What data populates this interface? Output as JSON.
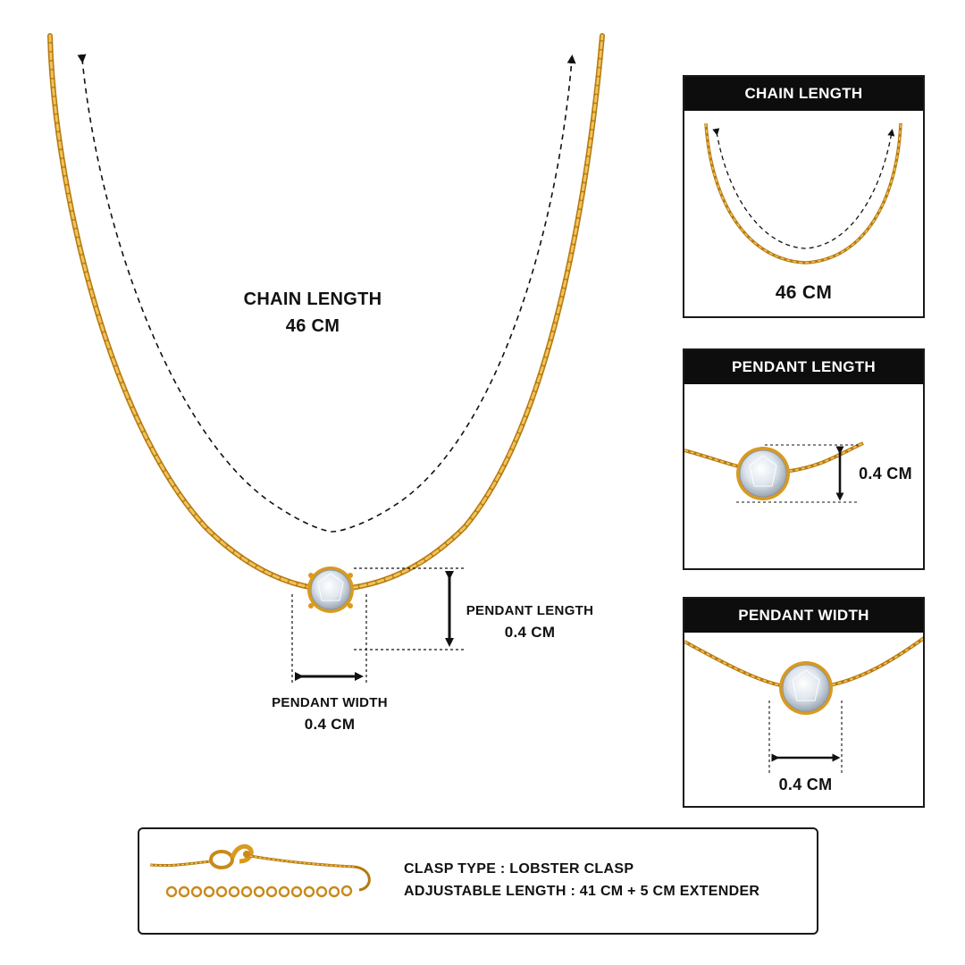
{
  "main": {
    "chain_length_label": "CHAIN LENGTH",
    "chain_length_value": "46 CM",
    "pendant_length_label": "PENDANT LENGTH",
    "pendant_length_value": "0.4 CM",
    "pendant_width_label": "PENDANT WIDTH",
    "pendant_width_value": "0.4 CM"
  },
  "panels": [
    {
      "title": "CHAIN LENGTH",
      "value": "46 CM"
    },
    {
      "title": "PENDANT LENGTH",
      "value": "0.4 CM"
    },
    {
      "title": "PENDANT WIDTH",
      "value": "0.4 CM"
    }
  ],
  "clasp": {
    "type_line": "CLASP TYPE : LOBSTER CLASP",
    "adjustable_line": "ADJUSTABLE LENGTH : 41 CM + 5 CM EXTENDER"
  },
  "colors": {
    "gold": "#d99a1e",
    "gold_dark": "#b57a10",
    "gold_light": "#f2c25a",
    "stone": "#e9eef4",
    "ink": "#111111"
  },
  "icons": [
    "necklace-illustration",
    "round-gemstone-pendant",
    "dimension-arrow",
    "lobster-clasp-illustration"
  ]
}
